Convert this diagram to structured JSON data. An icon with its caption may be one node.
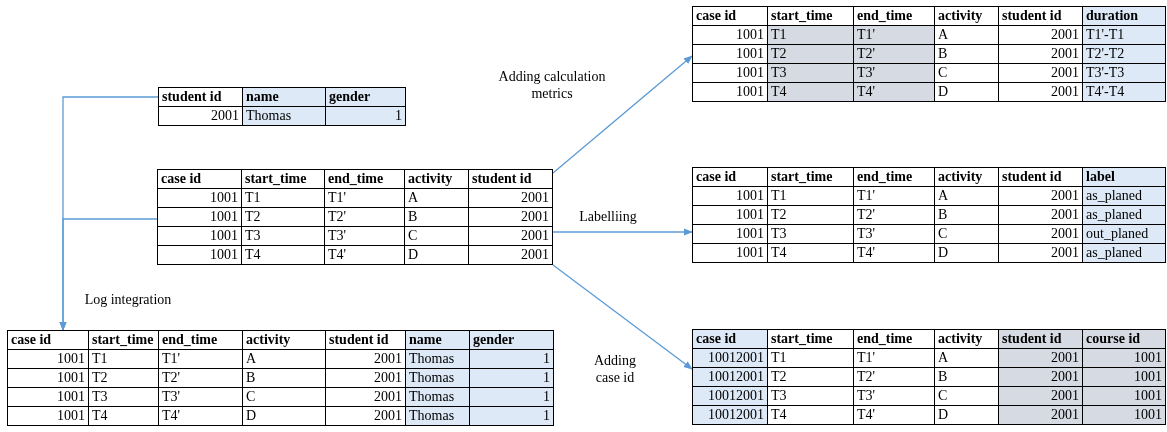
{
  "diagram": {
    "nodes": [
      {
        "text": [
          "student id",
          "name",
          "gender",
          "2001",
          "Thomas",
          "1"
        ]
      },
      {
        "text": [
          "case id",
          "start_time",
          "end_time",
          "activity",
          "student id",
          "1001",
          "T1",
          "T1'",
          "A",
          "2001",
          "1001",
          "T2",
          "T2'",
          "B",
          "2001",
          "1001",
          "T3",
          "T3'",
          "C",
          "2001",
          "1001",
          "T4",
          "T4'",
          "D",
          "2001"
        ]
      },
      {
        "text": [
          "case id",
          "start_time",
          "end_time",
          "activity",
          "student id",
          "name",
          "gender",
          "1001",
          "T1",
          "T1'",
          "A",
          "2001",
          "Thomas",
          "1",
          "1001",
          "T2",
          "T2'",
          "B",
          "2001",
          "Thomas",
          "1",
          "1001",
          "T3",
          "T3'",
          "C",
          "2001",
          "Thomas",
          "1",
          "1001",
          "T4",
          "T4'",
          "D",
          "2001",
          "Thomas",
          "1"
        ]
      },
      {
        "text": [
          "case id",
          "start_time",
          "end_time",
          "activity",
          "student id",
          "duration",
          "1001",
          "T1",
          "T1'",
          "A",
          "2001",
          "T1'-T1",
          "1001",
          "T2",
          "T2'",
          "B",
          "2001",
          "T2'-T2",
          "1001",
          "T3",
          "T3'",
          "C",
          "2001",
          "T3'-T3",
          "1001",
          "T4",
          "T4'",
          "D",
          "2001",
          "T4'-T4"
        ]
      },
      {
        "text": [
          "case id",
          "start_time",
          "end_time",
          "activity",
          "student id",
          "label",
          "1001",
          "T1",
          "T1'",
          "A",
          "2001",
          "as_planed",
          "1001",
          "T2",
          "T2'",
          "B",
          "2001",
          "as_planed",
          "1001",
          "T3",
          "T3'",
          "C",
          "2001",
          "out_planed",
          "1001",
          "T4",
          "T4'",
          "D",
          "2001",
          "as_planed"
        ]
      },
      {
        "text": [
          "case id",
          "start_time",
          "end_time",
          "activity",
          "student id",
          "course id",
          "10012001",
          "T1",
          "T1'",
          "A",
          "2001",
          "1001",
          "10012001",
          "T2",
          "T2'",
          "B",
          "2001",
          "1001",
          "10012001",
          "T3",
          "T3'",
          "C",
          "2001",
          "1001",
          "10012001",
          "T4",
          "T4'",
          "D",
          "2001",
          "1001"
        ]
      }
    ],
    "edges": [
      {
        "from": 0,
        "to": 2,
        "arrow": "to"
      },
      {
        "from": 1,
        "to": 2,
        "arrow": "to",
        "label": "Log integration"
      },
      {
        "from": 1,
        "to": 3,
        "arrow": "to",
        "label": "Adding calculation metrics"
      },
      {
        "from": 1,
        "to": 4,
        "arrow": "to",
        "label": "Labelliing"
      },
      {
        "from": 1,
        "to": 5,
        "arrow": "to",
        "label": "Adding case id"
      }
    ]
  }
}
